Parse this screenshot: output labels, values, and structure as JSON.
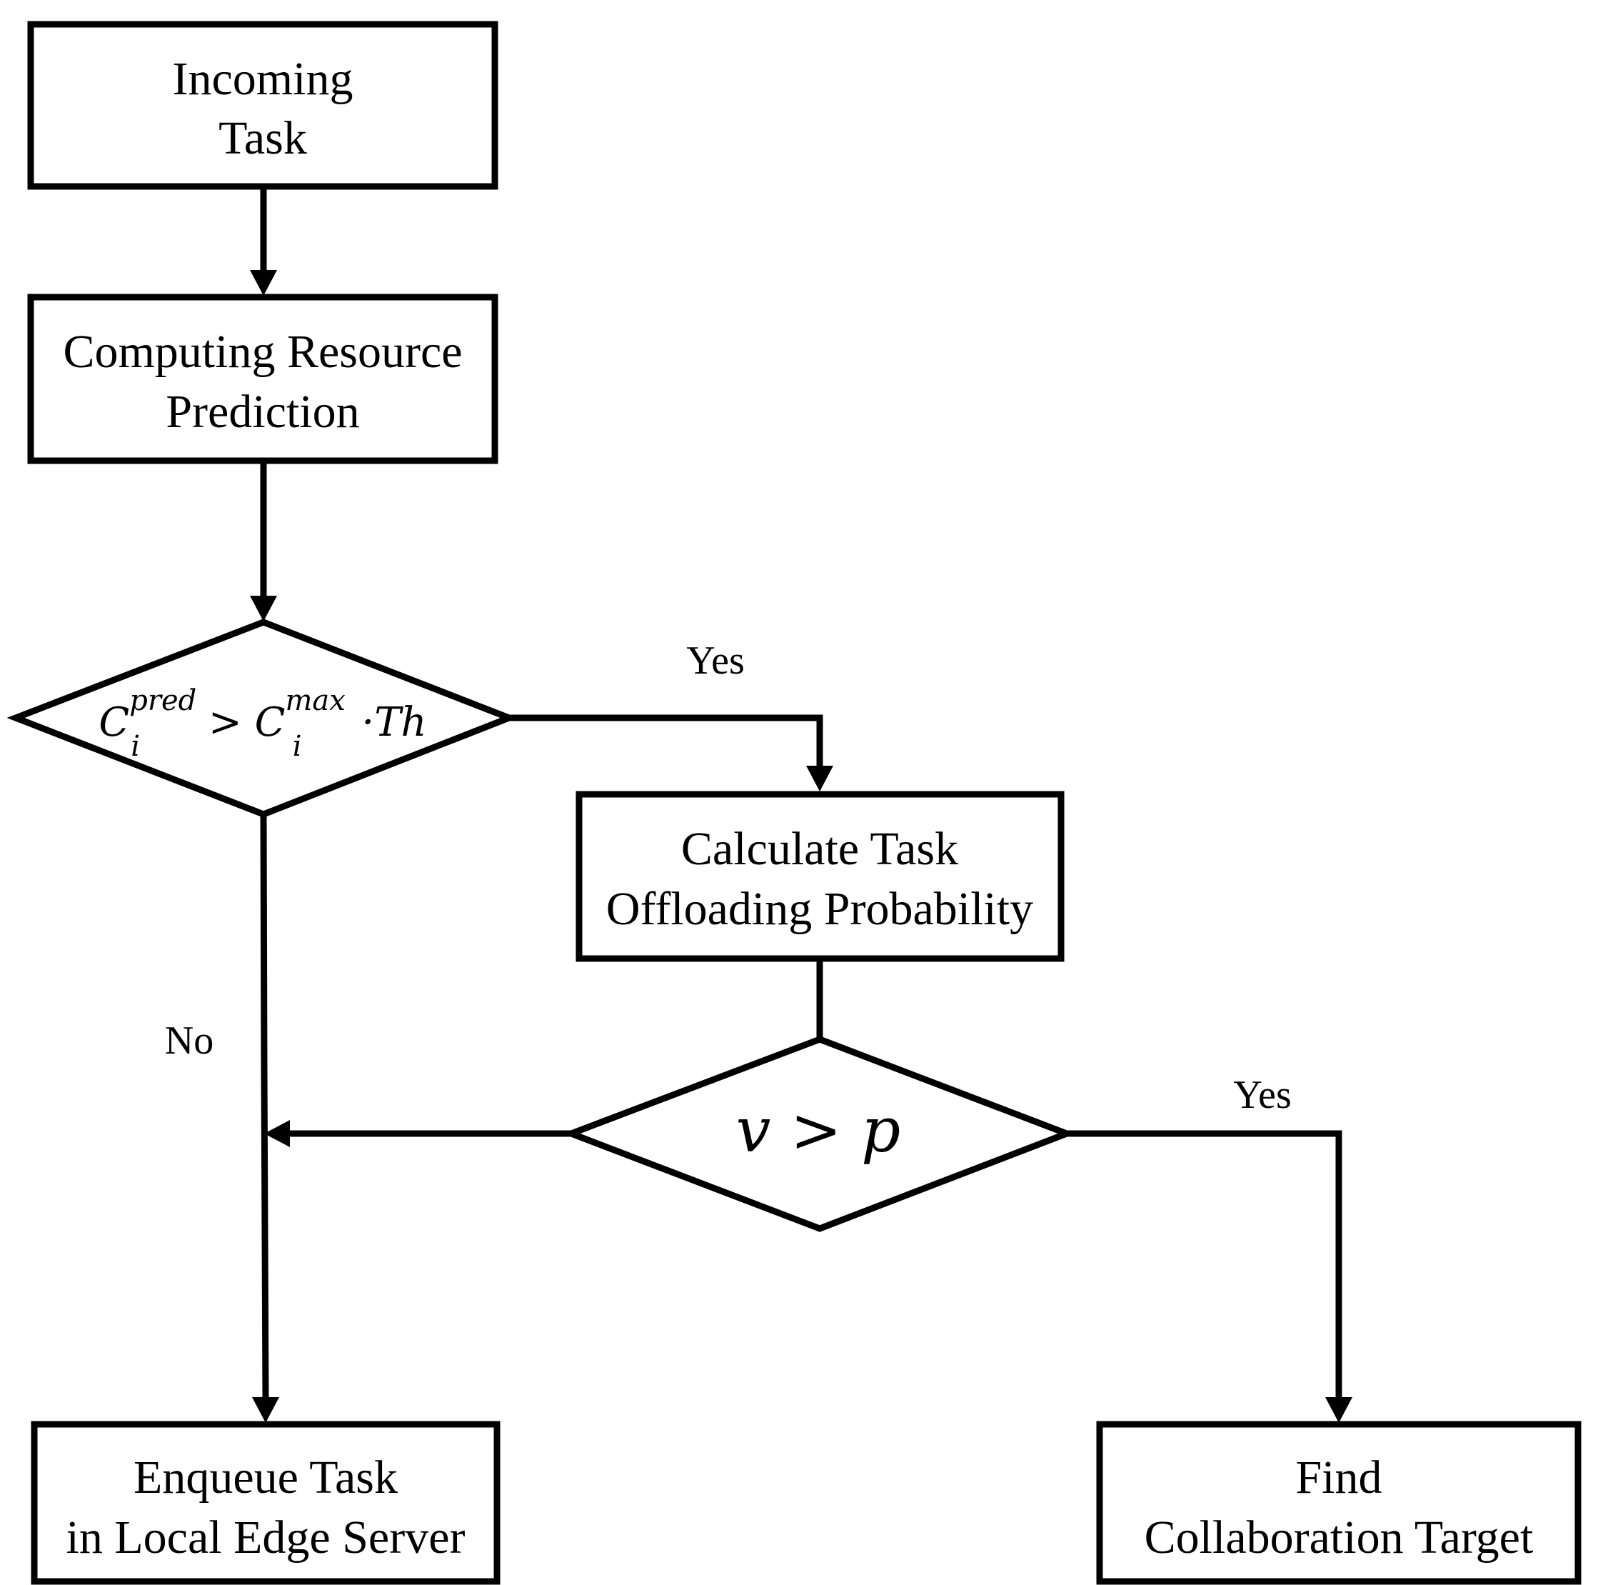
{
  "nodes": {
    "incoming_task": {
      "line1": "Incoming",
      "line2": "Task"
    },
    "resource_prediction": {
      "line1": "Computing Resource",
      "line2": "Prediction"
    },
    "threshold_check": {
      "c_symbol": "C",
      "pred_sup": "pred",
      "i_sub": "i",
      "gt": ">",
      "max_sup": "max",
      "dot": "·",
      "th": "Th"
    },
    "offloading_probability": {
      "line1": "Calculate Task",
      "line2": "Offloading Probability"
    },
    "probability_check": {
      "v": "v",
      "gt": ">",
      "p": "p"
    },
    "enqueue_local": {
      "line1": "Enqueue Task",
      "line2": "in Local Edge Server"
    },
    "find_target": {
      "line1": "Find",
      "line2": "Collaboration Target"
    }
  },
  "edge_labels": {
    "yes_1": "Yes",
    "no": "No",
    "yes_2": "Yes"
  },
  "colors": {
    "stroke": "#000000",
    "fill": "#ffffff"
  }
}
